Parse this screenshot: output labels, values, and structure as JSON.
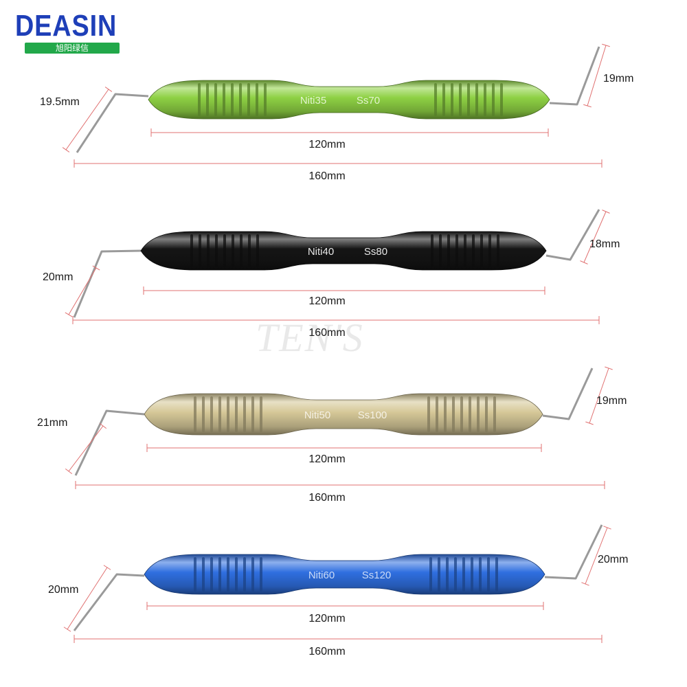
{
  "logo": {
    "brand": "DEASIN",
    "sub": "旭阳绿信",
    "brand_color": "#1e3fb8",
    "bar_color": "#22a84a"
  },
  "watermark": "TEN'S",
  "colors": {
    "dimension_line": "#e07070",
    "wire": "#9a9a9a"
  },
  "instruments": [
    {
      "handle_color": "#8ed144",
      "label_left": "Niti35",
      "label_right": "Ss70",
      "left_tip": "19.5mm",
      "right_tip": "19mm",
      "handle_length": "120mm",
      "total_length": "160mm"
    },
    {
      "handle_color": "#151515",
      "label_left": "Niti40",
      "label_right": "Ss80",
      "left_tip": "20mm",
      "right_tip": "18mm",
      "handle_length": "120mm",
      "total_length": "160mm"
    },
    {
      "handle_color": "#d6c898",
      "label_left": "Niti50",
      "label_right": "Ss100",
      "left_tip": "21mm",
      "right_tip": "19mm",
      "handle_length": "120mm",
      "total_length": "160mm"
    },
    {
      "handle_color": "#2f6fe0",
      "label_left": "Niti60",
      "label_right": "Ss120",
      "left_tip": "20mm",
      "right_tip": "20mm",
      "handle_length": "120mm",
      "total_length": "160mm"
    }
  ]
}
